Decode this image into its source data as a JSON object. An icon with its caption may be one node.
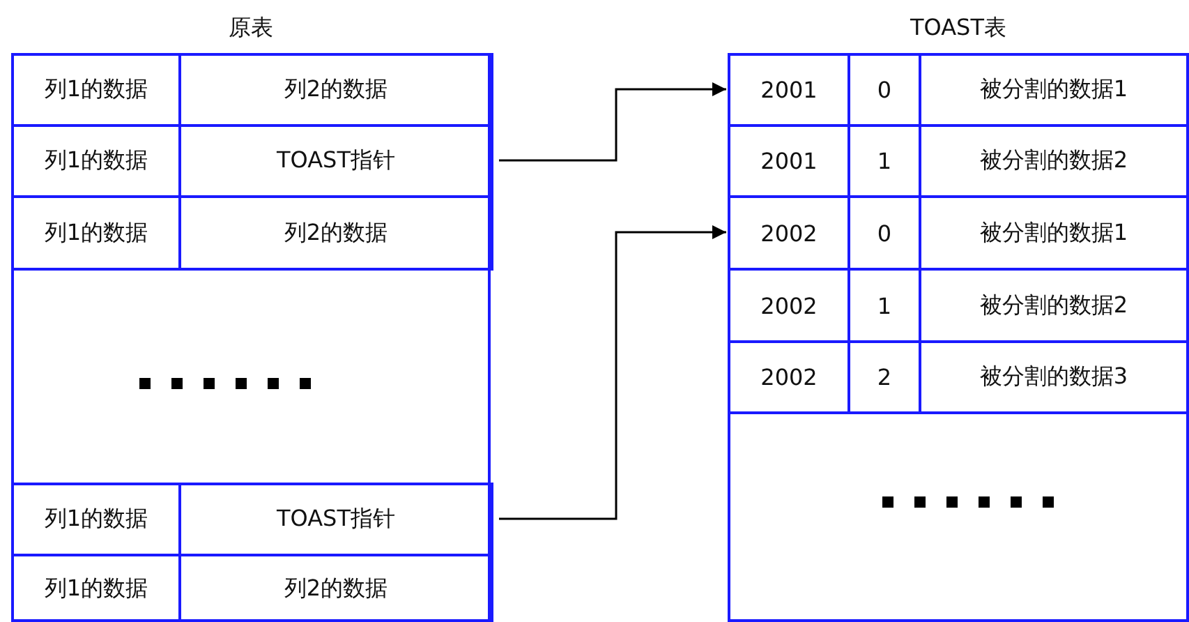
{
  "diagram": {
    "nodes": [
      {
        "text": [
          "原表"
        ]
      },
      {
        "text": [
          "列1的数据"
        ],
        "in": 0
      },
      {
        "text": [
          "列2的数据"
        ],
        "in": 0
      },
      {
        "text": [
          "列1的数据"
        ],
        "in": 0
      },
      {
        "text": [
          "TOAST指针"
        ],
        "in": 0
      },
      {
        "text": [
          "列1的数据"
        ],
        "in": 0
      },
      {
        "text": [
          "列2的数据"
        ],
        "in": 0
      },
      {
        "text": [
          "列1的数据"
        ],
        "in": 0
      },
      {
        "text": [
          "TOAST指针"
        ],
        "in": 0
      },
      {
        "text": [
          "列1的数据"
        ],
        "in": 0
      },
      {
        "text": [
          "列2的数据"
        ],
        "in": 0
      },
      {
        "text": [
          "TOAST表"
        ]
      },
      {
        "text": [
          "2001"
        ],
        "in": 11
      },
      {
        "text": [
          "0"
        ],
        "in": 11
      },
      {
        "text": [
          "被分割的数据1"
        ],
        "in": 11
      },
      {
        "text": [
          "2001"
        ],
        "in": 11
      },
      {
        "text": [
          "1"
        ],
        "in": 11
      },
      {
        "text": [
          "被分割的数据2"
        ],
        "in": 11
      },
      {
        "text": [
          "2002"
        ],
        "in": 11
      },
      {
        "text": [
          "0"
        ],
        "in": 11
      },
      {
        "text": [
          "被分割的数据1"
        ],
        "in": 11
      },
      {
        "text": [
          "2002"
        ],
        "in": 11
      },
      {
        "text": [
          "1"
        ],
        "in": 11
      },
      {
        "text": [
          "被分割的数据2"
        ],
        "in": 11
      },
      {
        "text": [
          "2002"
        ],
        "in": 11
      },
      {
        "text": [
          "2"
        ],
        "in": 11
      },
      {
        "text": [
          "被分割的数据3"
        ],
        "in": 11
      }
    ],
    "edges": [
      {
        "from": 4,
        "to": 12,
        "arrow": "to"
      },
      {
        "from": 8,
        "to": 18,
        "arrow": "to"
      }
    ]
  }
}
